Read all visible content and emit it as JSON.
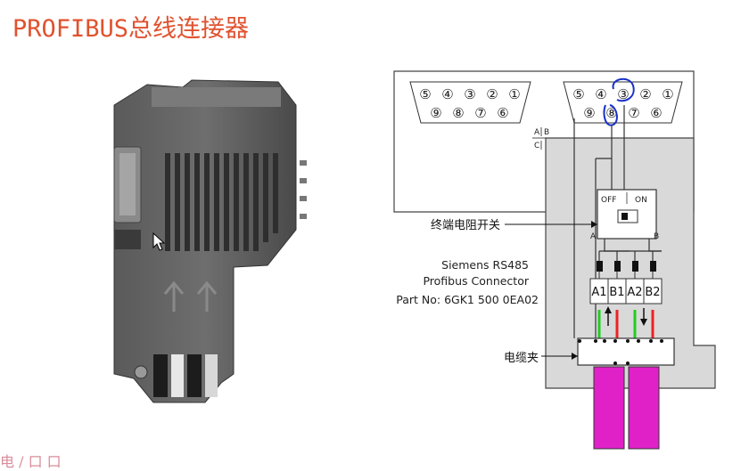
{
  "title": "PROFIBUS总线连接器",
  "sub_d": {
    "top_row": [
      "⑤",
      "④",
      "③",
      "②",
      "①"
    ],
    "bottom_row": [
      "⑨",
      "⑧",
      "⑦",
      "⑥"
    ]
  },
  "labels": {
    "a_b": "A",
    "b_top": "B",
    "c": "C",
    "off": "OFF",
    "on": "ON",
    "term_switch": "终端电阻开关",
    "line_a": "A",
    "line_b": "B",
    "siemens_l1": "Siemens RS485",
    "siemens_l2": "Profibus Connector",
    "part_no": "Part No: 6GK1 500 0EA02",
    "a1": "A1",
    "b1": "B1",
    "a2": "A2",
    "b2": "B2",
    "cable_clamp": "电缆夹"
  },
  "colors": {
    "title": "#e0522f",
    "green_wire": "#22cc22",
    "red_wire": "#ee2222",
    "cable": "#e021c8",
    "board": "#d9d9d9",
    "scribble": "#1830c8"
  },
  "footer_text": "电 / 口 口"
}
